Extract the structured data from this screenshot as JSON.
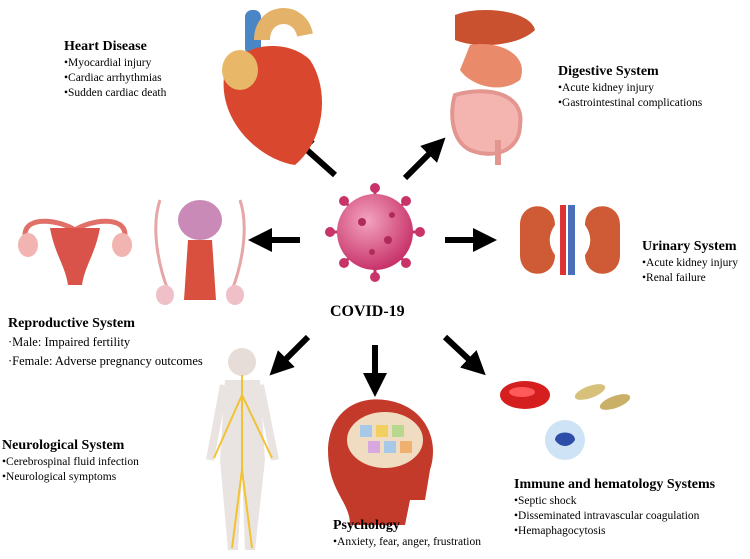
{
  "center": {
    "label": "COVID-19"
  },
  "heart": {
    "title": "Heart Disease",
    "items": [
      "•Myocardial injury",
      "•Cardiac arrhythmias",
      "•Sudden cardiac death"
    ]
  },
  "digestive": {
    "title": "Digestive System",
    "items": [
      "•Acute kidney injury",
      "•Gastrointestinal complications"
    ]
  },
  "urinary": {
    "title": "Urinary System",
    "items": [
      "•Acute kidney injury",
      "•Renal failure"
    ]
  },
  "reproductive": {
    "title": "Reproductive System",
    "items": [
      "·Male: Impaired fertility",
      "·Female: Adverse pregnancy outcomes"
    ]
  },
  "neurological": {
    "title": "Neurological System",
    "items": [
      "•Cerebrospinal fluid infection",
      "•Neurological symptoms"
    ]
  },
  "psychology": {
    "title": "Psychology",
    "items": [
      "•Anxiety, fear, anger, frustration"
    ]
  },
  "immune": {
    "title": "Immune and hematology Systems",
    "items": [
      "•Septic shock",
      "•Disseminated intravascular coagulation",
      "•Hemaphagocytosis"
    ]
  },
  "colors": {
    "virus": "#d9487a",
    "arrow": "#000000",
    "organ": "#d9533f"
  }
}
